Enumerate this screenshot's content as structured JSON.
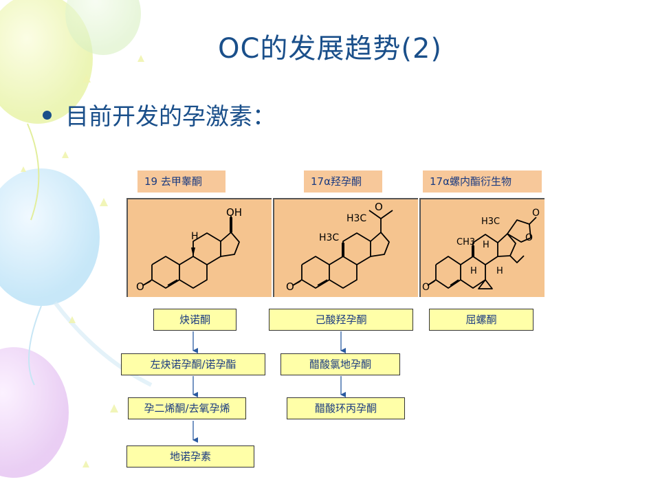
{
  "slide": {
    "title": "OC的发展趋势(2)",
    "bullet": "目前开发的孕激素："
  },
  "structures": [
    {
      "label": "19 去甲睾酮",
      "atoms": {
        "oh": "OH",
        "h": "H",
        "o": "O"
      }
    },
    {
      "label": "17α羟孕酮",
      "atoms": {
        "h3c_top": "H3C",
        "h3c_ring": "H3C",
        "o_ketone": "O",
        "o": "O"
      }
    },
    {
      "label": "17α螺内酯衍生物",
      "atoms": {
        "h3c": "H3C",
        "ch3": "CH3",
        "h1": "H",
        "h2": "H",
        "h3": "H",
        "o1": "O",
        "o2": "O",
        "o3": "O"
      }
    }
  ],
  "flow": {
    "col1": [
      "炔诺酮",
      "左炔诺孕酮/诺孕酯",
      "孕二烯酮/去氧孕烯",
      "地诺孕素"
    ],
    "col2": [
      "己酸羟孕酮",
      "醋酸氯地孕酮",
      "醋酸环丙孕酮"
    ],
    "col3": [
      "屈螺酮"
    ]
  },
  "colors": {
    "title": "#1a4f8a",
    "label_bg": "#f7c89a",
    "panel_bg": "#f5c48f",
    "flow_bg": "#ffffa8",
    "arrow": "#2a5aa0"
  }
}
